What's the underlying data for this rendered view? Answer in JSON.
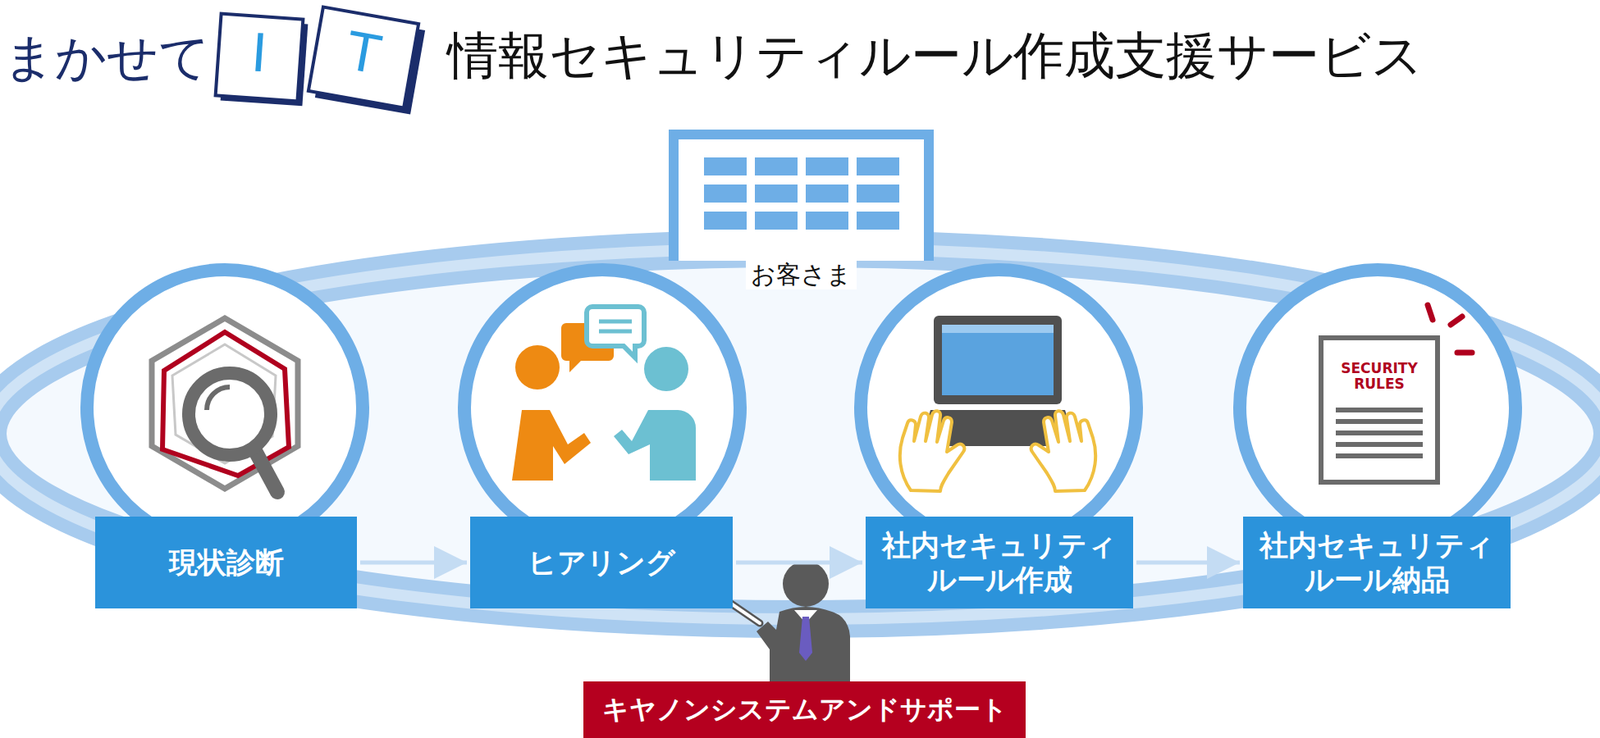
{
  "diagram": {
    "title": "情報セキュリティルール作成支援サービス",
    "nodes": [
      {
        "text": [
          "お客さま"
        ]
      },
      {
        "text": [
          "現状診断"
        ]
      },
      {
        "text": [
          "ヒアリング"
        ]
      },
      {
        "text": [
          "社内セキュリティ ルール作成"
        ]
      },
      {
        "text": [
          "社内セキュリティ ルール納品"
        ]
      },
      {
        "text": [
          "キヤノンシステムアンドサポート"
        ]
      }
    ],
    "edges": [
      {
        "from": 1,
        "to": 2,
        "arrow": "to"
      },
      {
        "from": 2,
        "to": 3,
        "arrow": "to"
      },
      {
        "from": 3,
        "to": 4,
        "arrow": "to"
      }
    ],
    "labels": [
      "まかせて",
      "I",
      "T",
      "SECURITY RULES"
    ]
  }
}
